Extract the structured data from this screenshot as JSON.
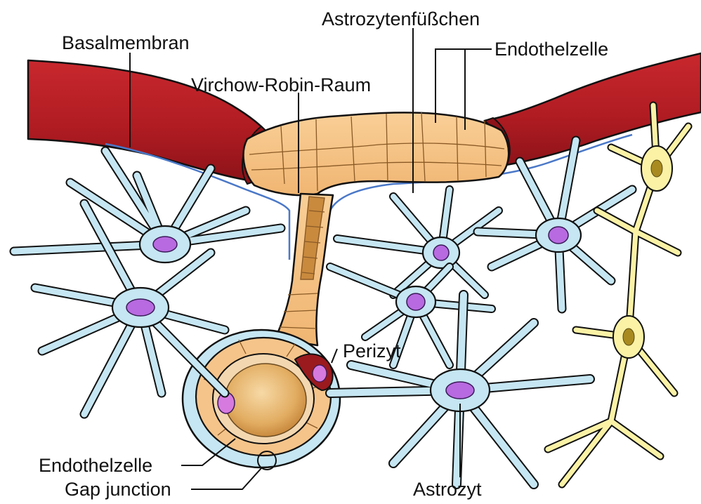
{
  "labels": {
    "basalmembran": "Basalmembran",
    "astrozytenfuesschen": "Astrozytenfüßchen",
    "endothelzelle_top": "Endothelzelle",
    "virchow_robin_raum": "Virchow-Robin-Raum",
    "perizyt": "Perizyt",
    "endothelzelle_bottom": "Endothelzelle",
    "gap_junction": "Gap junction",
    "astrozyt": "Astrozyt"
  },
  "colors": {
    "blood_vessel": "#b01c22",
    "vessel_dark": "#7a0f14",
    "astrocyte_endfeet": "#f5c48a",
    "astrocyte": "#c5e6f2",
    "astrocyte_nucleus": "#b86ae0",
    "neuron": "#fbf2a6",
    "neuron_nucleus": "#a88a20",
    "basal_membrane": "#4a78c8",
    "pericyte": "#7a0f14"
  }
}
